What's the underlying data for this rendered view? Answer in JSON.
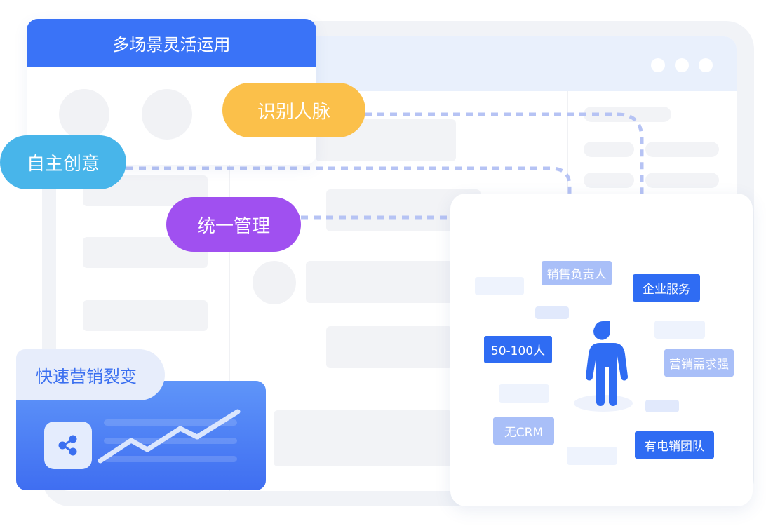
{
  "card_title": "多场景灵活运用",
  "pills": {
    "identify": "识别人脉",
    "create": "自主创意",
    "manage": "统一管理"
  },
  "marketing_card": {
    "label": "快速营销裂变",
    "icon": "share-icon"
  },
  "profile_tags": {
    "sales_owner": "销售负责人",
    "enterprise_service": "企业服务",
    "headcount": "50-100人",
    "strong_demand": "营销需求强",
    "no_crm": "无CRM",
    "telesales_team": "有电销团队"
  },
  "colors": {
    "primary": "#3a73f7",
    "yellow": "#fbc04a",
    "cyan": "#48b5ea",
    "purple": "#a050f0"
  }
}
